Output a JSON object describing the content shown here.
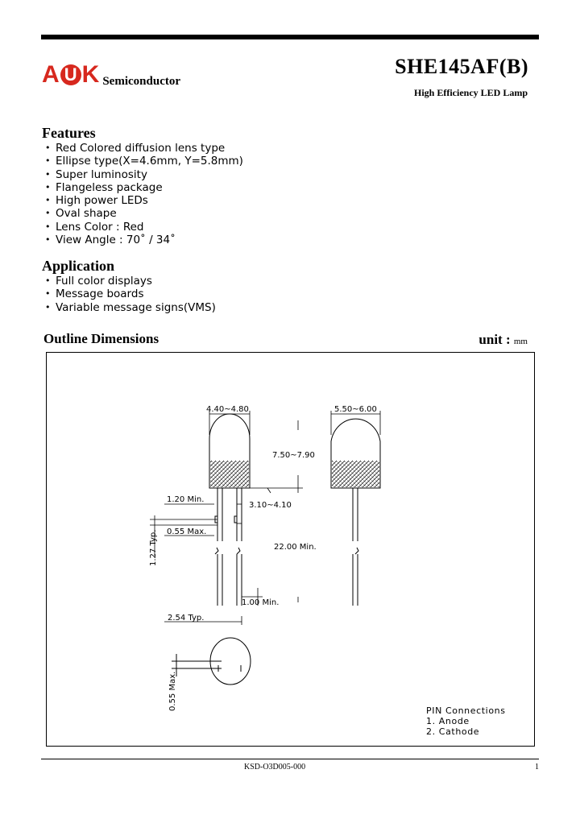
{
  "header": {
    "logo_letter_a": "A",
    "logo_letter_u": "U",
    "logo_letter_k": "K",
    "logo_word": "Semiconductor",
    "part_number": "SHE145AF(B)",
    "subtitle": "High Efficiency LED Lamp"
  },
  "features": {
    "title": "Features",
    "items": [
      "Red Colored diffusion lens type",
      "Ellipse type(X=4.6mm, Y=5.8mm)",
      "Super luminosity",
      "Flangeless package",
      "High power LEDs",
      "Oval shape",
      "Lens Color : Red",
      "View Angle : 70˚ / 34˚"
    ]
  },
  "application": {
    "title": "Application",
    "items": [
      "Full color displays",
      "Message boards",
      "Variable message signs(VMS)"
    ]
  },
  "outline": {
    "title": "Outline Dimensions",
    "unit_label": "unit :",
    "unit_value": "mm",
    "dims": {
      "width_x": "4.40~4.80",
      "width_y": "5.50~6.00",
      "height": "7.50~7.90",
      "lead_min": "1.20 Min.",
      "lead_width": "0.55 Max.",
      "base": "3.10~4.10",
      "lead_len": "22.00 Min.",
      "pitch_v": "1.27 Typ.",
      "stub": "1.00 Min.",
      "pitch": "2.54 Typ.",
      "lead_width_v": "0.55 Max."
    },
    "pins": {
      "title": "PIN Connections",
      "pin1": "1. Anode",
      "pin2": "2. Cathode"
    }
  },
  "footer": {
    "doc_number": "KSD-O3D005-000",
    "page": "1"
  }
}
